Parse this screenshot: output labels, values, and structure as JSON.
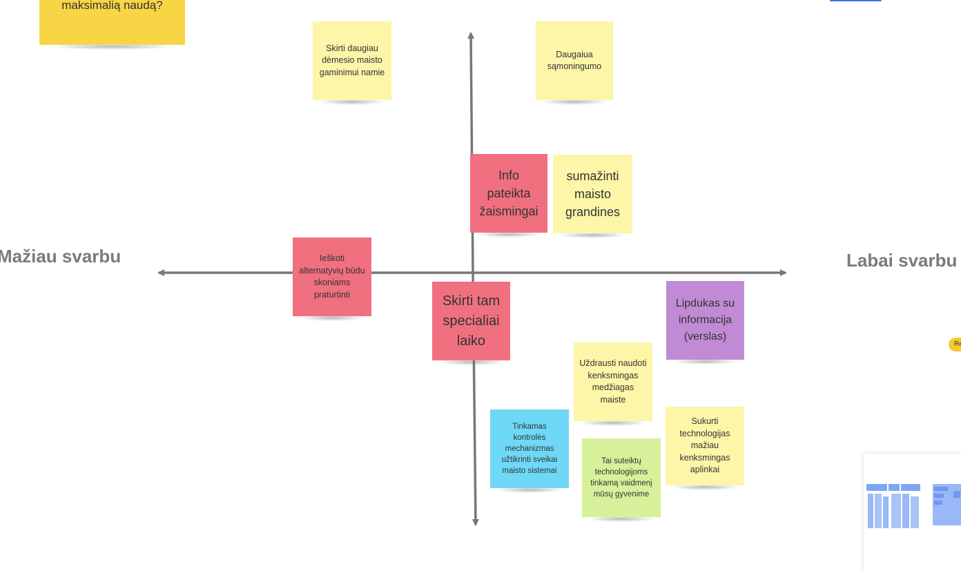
{
  "axes": {
    "left_label": "Mažiau  svarbu",
    "right_label": "Labai svarbu"
  },
  "header_note": {
    "text": "maksimalią naudą?"
  },
  "notes": {
    "n1": "Skirti daugiau dėmesio maisto gaminimui namie",
    "n2": "Daugaiua sąmoningumo",
    "n3": "Info pateikta žaismingai",
    "n4": "sumažinti maisto grandines",
    "n5": "Ieškoti alternatyvių būdu skoniams praturtinti",
    "n6": "Skirti tam specialiai laiko",
    "n7": "Lipdukas su informacija (verslas)",
    "n8": "Uždrausti naudoti kenksmingas medžiagas maiste",
    "n9": "Sukurti technologijas mažiau kenksmingas aplinkai",
    "n10": "Tinkamas kontrolės mechanizmas užtikrinti sveikai maisto sistemai",
    "n11": "Tai suteiktų technologijoms tinkamą vaidmenį mūsų gyvenime"
  },
  "side_badge": {
    "text": "Re"
  },
  "colors": {
    "yellow": "#fdf5a8",
    "red": "#f0707f",
    "purple": "#c08bd4",
    "blue": "#6fd8f7",
    "green": "#d6f19a",
    "gold": "#f7d545",
    "axis": "#777777",
    "minimap_blue": "#7ea6f5"
  }
}
